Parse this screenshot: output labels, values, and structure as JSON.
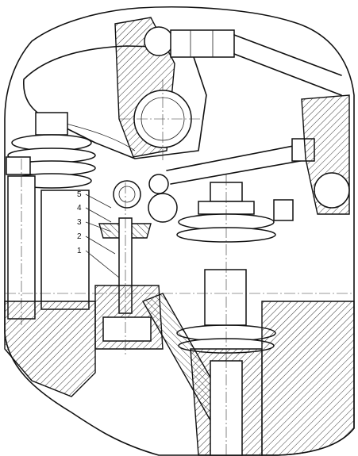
{
  "diagram": {
    "part_labels": [
      "5",
      "4",
      "3",
      "2",
      "1"
    ]
  },
  "colors": {
    "line": "#111111",
    "background": "#ffffff"
  }
}
